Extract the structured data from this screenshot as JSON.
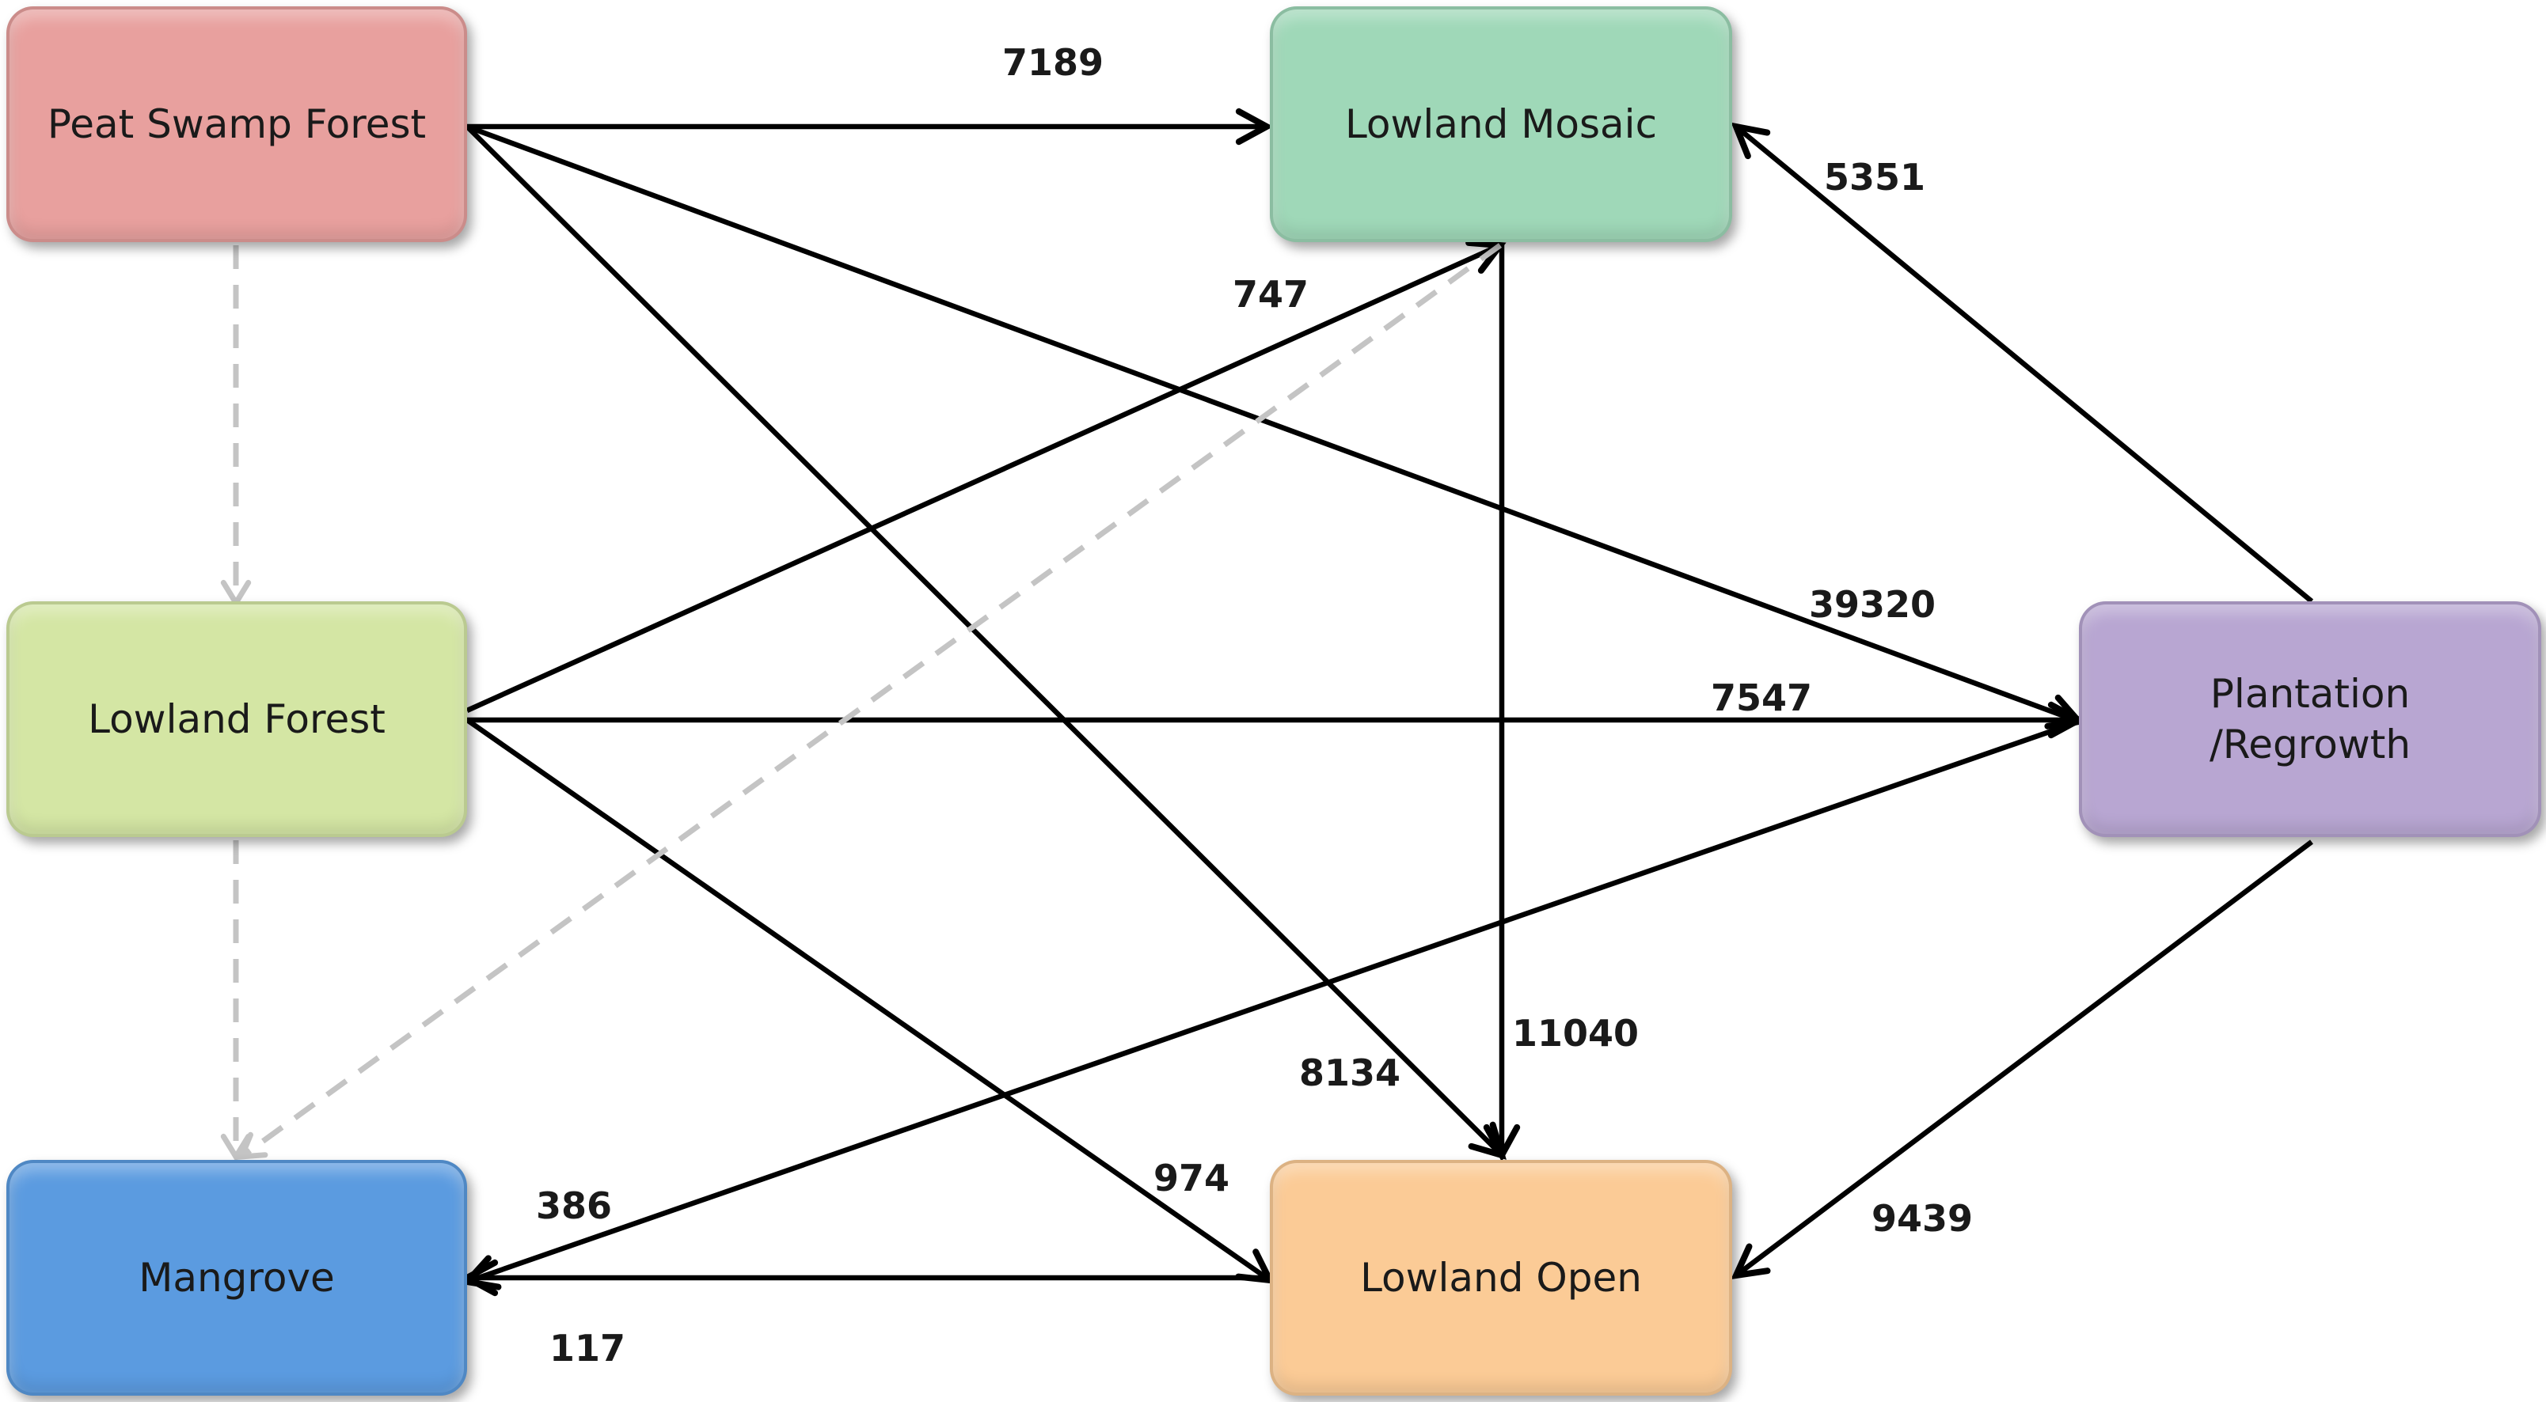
{
  "nodes": {
    "peat_swamp_forest": {
      "label": "Peat Swamp Forest",
      "color": "#e8a09e"
    },
    "lowland_mosaic": {
      "label": "Lowland Mosaic",
      "color": "#9fd8b8"
    },
    "lowland_forest": {
      "label": "Lowland Forest",
      "color": "#d4e6a4"
    },
    "plantation_regrowth": {
      "label": "Plantation\n/Regrowth",
      "color": "#b8a6d2"
    },
    "mangrove": {
      "label": "Mangrove",
      "color": "#5b9be0"
    },
    "lowland_open": {
      "label": "Lowland Open",
      "color": "#fbcb96"
    }
  },
  "edges": [
    {
      "from": "peat_swamp_forest",
      "to": "lowland_mosaic",
      "label": "7189",
      "style": "solid"
    },
    {
      "from": "peat_swamp_forest",
      "to": "plantation_regrowth",
      "label": "39320",
      "style": "solid"
    },
    {
      "from": "peat_swamp_forest",
      "to": "lowland_open",
      "label": "8134",
      "style": "solid"
    },
    {
      "from": "plantation_regrowth",
      "to": "lowland_mosaic",
      "label": "5351",
      "style": "solid"
    },
    {
      "from": "lowland_forest",
      "to": "lowland_mosaic",
      "label": "747",
      "style": "solid"
    },
    {
      "from": "lowland_forest",
      "to": "plantation_regrowth",
      "label": "7547",
      "style": "solid"
    },
    {
      "from": "lowland_forest",
      "to": "lowland_open",
      "label": "974",
      "style": "solid"
    },
    {
      "from": "lowland_mosaic",
      "to": "lowland_open",
      "label": "11040",
      "style": "solid"
    },
    {
      "from": "plantation_regrowth",
      "to": "mangrove",
      "label": "386",
      "style": "solid"
    },
    {
      "from": "plantation_regrowth",
      "to": "lowland_open",
      "label": "9439",
      "style": "solid"
    },
    {
      "from": "lowland_open",
      "to": "mangrove",
      "label": "117",
      "style": "solid"
    },
    {
      "from": "peat_swamp_forest",
      "to": "lowland_forest",
      "label": "",
      "style": "dashed"
    },
    {
      "from": "lowland_forest",
      "to": "mangrove",
      "label": "",
      "style": "dashed"
    },
    {
      "from": "lowland_mosaic",
      "to": "mangrove",
      "label": "",
      "style": "dashed"
    }
  ],
  "colors": {
    "edge": "#000000",
    "dashed_edge": "#c4c4c4"
  }
}
